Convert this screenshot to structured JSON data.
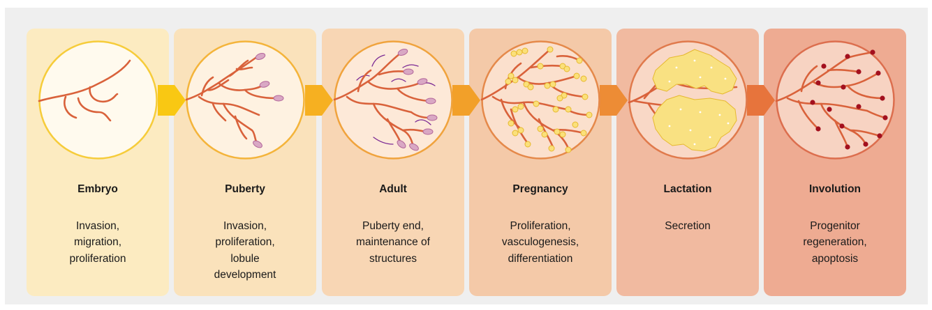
{
  "stages": [
    {
      "title": "Embryo",
      "description": "Invasion,\nmigration,\nproliferation",
      "panel_color": "#fcebc1",
      "circle_fill": "#fffaee",
      "circle_stroke": "#f6cc3a",
      "arrow_color": "#f9c813"
    },
    {
      "title": "Puberty",
      "description": "Invasion,\nproliferation,\nlobule\ndevelopment",
      "panel_color": "#fae2bb",
      "circle_fill": "#fef2e1",
      "circle_stroke": "#f4b43a",
      "arrow_color": "#f6b021"
    },
    {
      "title": "Adult",
      "description": "Puberty end,\nmaintenance of\nstructures",
      "panel_color": "#f8d6b4",
      "circle_fill": "#fde9d8",
      "circle_stroke": "#f0a33d",
      "arrow_color": "#f2a029"
    },
    {
      "title": "Pregnancy",
      "description": "Proliferation,\nvasculogenesis,\ndifferentiation",
      "panel_color": "#f4c9a8",
      "circle_fill": "#fbe0cd",
      "circle_stroke": "#e5894a",
      "arrow_color": "#ed8c35"
    },
    {
      "title": "Lactation",
      "description": "Secretion",
      "panel_color": "#f1baa0",
      "circle_fill": "#f9d8c6",
      "circle_stroke": "#e07a4c",
      "arrow_color": "#e7743c"
    },
    {
      "title": "Involution",
      "description": "Progenitor\nregeneration,\napoptosis",
      "panel_color": "#eeab92",
      "circle_fill": "#f7d3c2",
      "circle_stroke": "#dc6e4e",
      "arrow_color": ""
    }
  ],
  "colors": {
    "background": "#efefef",
    "duct": "#d9623b",
    "bud": "#d9a8c4",
    "bud_stroke": "#b3669a",
    "alveoli": "#fbe07a",
    "alveoli_stroke": "#e6b82e",
    "milk": "#f9e182",
    "cell_death": "#a3101e",
    "myoepithelial": "#7b2a94"
  }
}
